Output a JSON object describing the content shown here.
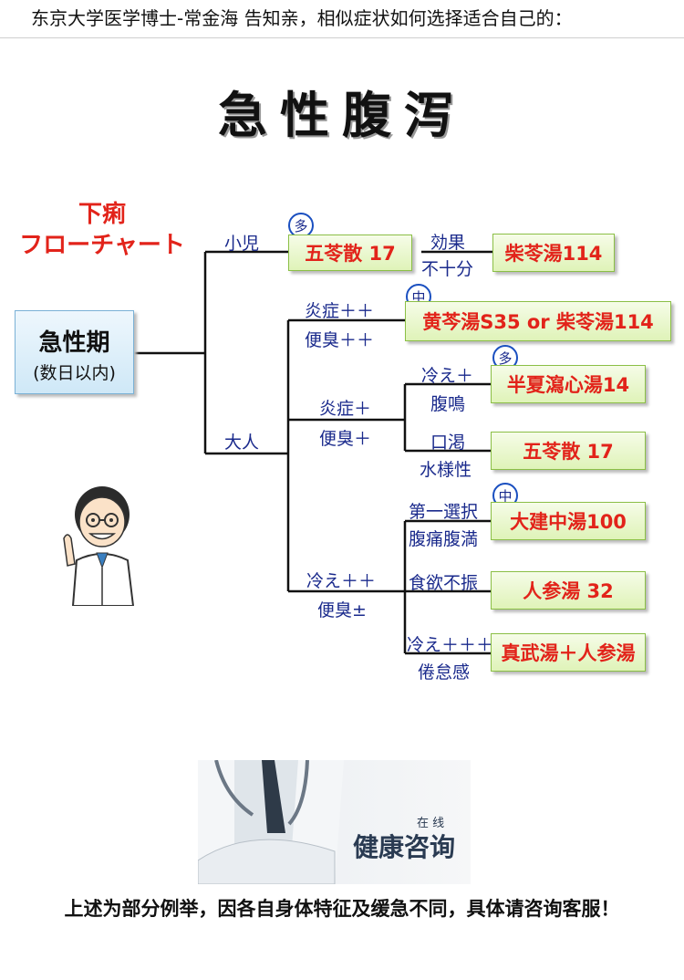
{
  "header": {
    "text": "东京大学医学博士-常金海 告知亲，相似症状如何选择适合自己的："
  },
  "title": "急性腹泻",
  "flowchart": {
    "label_line1": "下痢",
    "label_line2": "フローチャート",
    "root": {
      "title": "急性期",
      "subtitle": "(数日以内)"
    },
    "child": {
      "branch": "小児",
      "first": {
        "box": "五苓散 17",
        "badge": "多"
      },
      "edge_top": "効果",
      "edge_bottom": "不十分",
      "second": {
        "box": "柴苓湯114"
      }
    },
    "adult": {
      "branch": "大人",
      "a1": {
        "top": "炎症＋＋",
        "bottom": "便臭＋＋",
        "box": "黄芩湯S35 or 柴苓湯114",
        "badge": "中"
      },
      "a2": {
        "top": "炎症＋",
        "bottom": "便臭＋",
        "b1": {
          "top": "冷え＋",
          "bottom": "腹鳴",
          "box": "半夏瀉心湯14",
          "badge": "多"
        },
        "b2": {
          "top": "口渇",
          "bottom": "水様性",
          "box": "五苓散 17"
        }
      },
      "a3": {
        "top": "冷え＋＋",
        "bottom": "便臭±",
        "c1": {
          "top": "第一選択",
          "bottom": "腹痛腹満",
          "box": "大建中湯100",
          "badge": "中"
        },
        "c2": {
          "top": "食欲不振",
          "box": "人参湯 32"
        },
        "c3": {
          "top": "冷え＋＋＋",
          "bottom": "倦怠感",
          "box": "真武湯＋人参湯"
        }
      }
    }
  },
  "ad": {
    "small": "在 线",
    "big": "健康咨询"
  },
  "footer": "上述为部分例举，因各自身体特征及缓急不同，具体请咨询客服！",
  "colors": {
    "accent_red": "#e2231a",
    "label_blue": "#1a2a8c",
    "box_green": "#dff3b8"
  }
}
